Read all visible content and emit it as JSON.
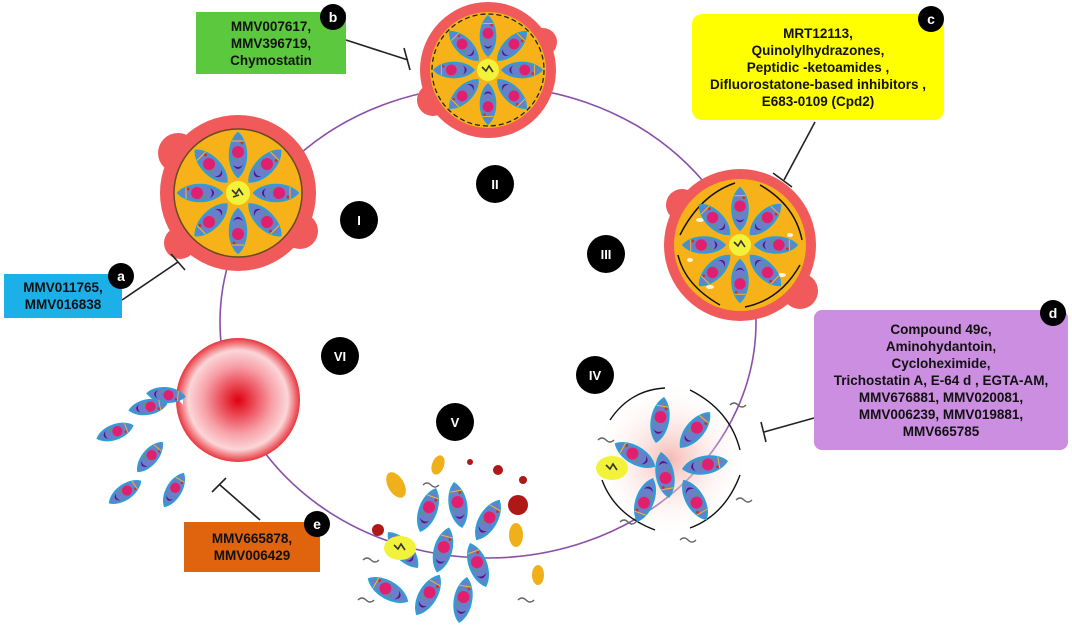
{
  "stages": [
    "I",
    "II",
    "III",
    "IV",
    "V",
    "VI"
  ],
  "inhibitors": [
    {
      "id": "a",
      "color": "#1bb0e8",
      "text": "MMV011765,\nMMV016838"
    },
    {
      "id": "b",
      "color": "#5cc83e",
      "text": "MMV007617,\nMMV396719,\nChymostatin"
    },
    {
      "id": "c",
      "color": "#ffff00",
      "text": "MRT12113,\nQuinolylhydrazones,\nPeptidic -ketoamides ,\nDifluorostatone-based inhibitors ,\nE683-0109 (Cpd2)"
    },
    {
      "id": "d",
      "color": "#cc8ee0",
      "text": "Compound 49c,\nAminohydantoin,\nCycloheximide,\nTrichostatin A, E-64 d , EGTA-AM,\nMMV676881, MMV020081,\nMMV006239, MMV019881,\nMMV665785"
    },
    {
      "id": "e",
      "color": "#e0630e",
      "text": "MMV665878,\nMMV006429"
    }
  ],
  "colors": {
    "cycle_line": "#8a4fa8",
    "rbc_outer": "#f05a5a",
    "schizont_fill": "#f7b21a",
    "merozoite": "#6a7fc8",
    "nucleus": "#e0206e",
    "hemozoin": "#f2f23a"
  }
}
